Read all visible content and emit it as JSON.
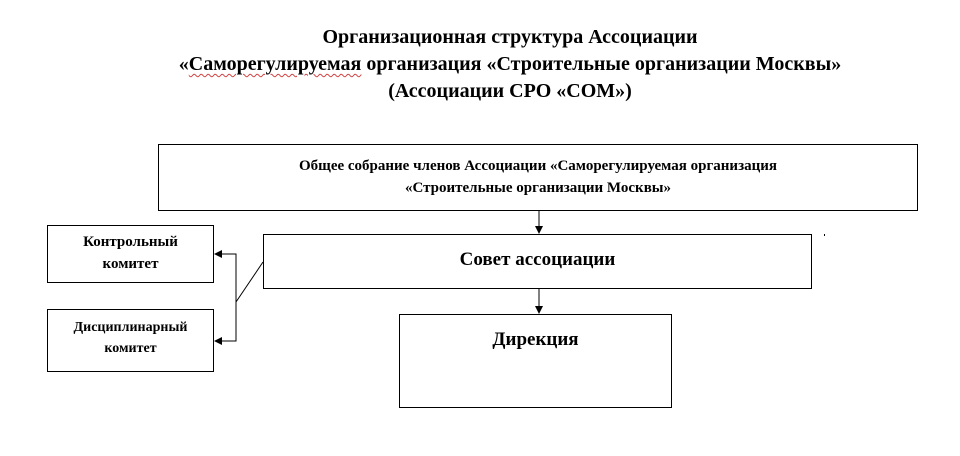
{
  "title": {
    "line1": "Организационная структура Ассоциации",
    "line2_prefix": "«",
    "line2_squiggle": "Саморегулируемая",
    "line2_rest": " организация «Строительные организации Москвы»",
    "line3": "(Ассоциации СРО «СОМ»)"
  },
  "boxes": {
    "general_meeting": {
      "line1": "Общее собрание членов Ассоциации  «Саморегулируемая  организация",
      "line2": "«Строительные  организации Москвы»"
    },
    "council": {
      "label": "Совет ассоциации"
    },
    "directorate": {
      "label": "Дирекция"
    },
    "control_committee": {
      "line1": "Контрольный",
      "line2": "комитет"
    },
    "disciplinary_committee": {
      "line1": "Дисциплинарный",
      "line2": "комитет"
    }
  },
  "colors": {
    "line": "#000000",
    "spellcheck_underline": "#d04040"
  }
}
